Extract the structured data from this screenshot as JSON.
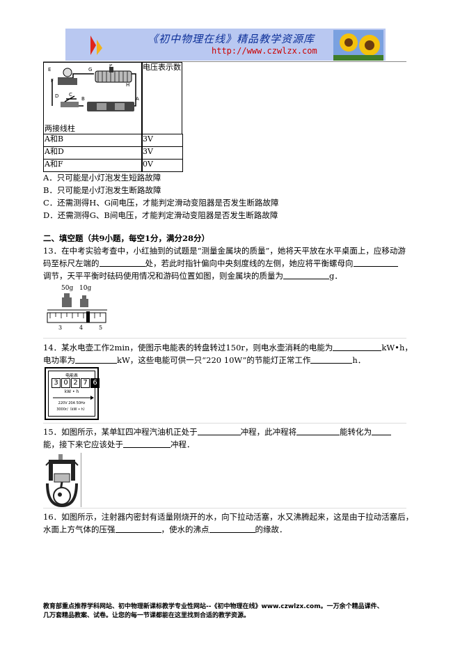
{
  "banner": {
    "title": "《初中物理在线》精品教学资源库",
    "url": "http://www.czwlzx.com"
  },
  "table": {
    "header_right": "电压表示数",
    "header_left": "两接线柱",
    "circuit_labels": [
      "E",
      "F",
      "G",
      "P",
      "H",
      "D",
      "C",
      "B",
      "A"
    ],
    "rows": [
      {
        "pins": "A和B",
        "voltage": "3V"
      },
      {
        "pins": "A和D",
        "voltage": "3V"
      },
      {
        "pins": "A和F",
        "voltage": "0V"
      }
    ]
  },
  "options": [
    "A．只可能是小灯泡发生短路故障",
    "B．只可能是小灯泡发生断路故障",
    "C．还需测得H、G间电压，才能判定滑动变阻器是否发生断路故障",
    "D．还需测得G、B间电压，才能判定滑动变阻器是否发生断路故障"
  ],
  "section_title": "二、填空题（共9小题，每空1分，满分28分）",
  "q13": {
    "l1a": "13．在中考实验考查中，小红抽到的试题是“测量金属块的质量”，她将天平放在水平桌面上，应移动游",
    "l2a": "码至标尺左端的",
    "l2b": "处，若此时指针偏向中央刻度线的左侧，她应将平衡螺母向",
    "l3a": "调节，天平平衡时砝码使用情况和游码位置如图，则金属块的质量为",
    "l3b": "g．",
    "figure": {
      "w1": "50g",
      "w2": "10g",
      "ticks": [
        "3",
        "4",
        "5"
      ]
    }
  },
  "q14": {
    "l1a": "14．某水电壶工作2min，使图示电能表的转盘转过150r，则电水壶消耗的电能为",
    "l1b": "kW•h，",
    "l2a": "电功率为",
    "l2b": "kW，这些电能可供一只“220 10W”的节能灯正常工作",
    "l2c": "h．",
    "meter": {
      "title": "电能表",
      "digits": [
        "3",
        "0",
        "2",
        "7",
        "6"
      ],
      "unit": "kW • h",
      "spec1": "220V  20A  50Hz",
      "spec2": "3000r/（kW • h）"
    }
  },
  "q15": {
    "l1a": "15．如图所示，某单缸四冲程汽油机正处于",
    "l1b": "冲程，此冲程将",
    "l1c": "能转化为",
    "l2a": "能，接下来它应该处于",
    "l2b": "冲程．"
  },
  "q16": {
    "l1": "16．如图所示，注射器内密封有适量刚烧开的水，向下拉动活塞，水又沸腾起来，这是由于拉动活塞后，",
    "l2a": "水面上方气体的压强",
    "l2b": "，使水的沸点",
    "l2c": "的缘故．"
  },
  "footer": {
    "line1": "教育部重点推荐学科网站、初中物理新课标教学专业性网站--《初中物理在线》www.czwlzx.com。一万余个精品课件、",
    "line2": "几万套精品教案、试卷。让您的每一节课都能在这里找到合适的教学资源。"
  },
  "colors": {
    "banner_bg": "#b9c8f1",
    "banner_title": "#0c2f98",
    "banner_url": "#cc0000"
  }
}
